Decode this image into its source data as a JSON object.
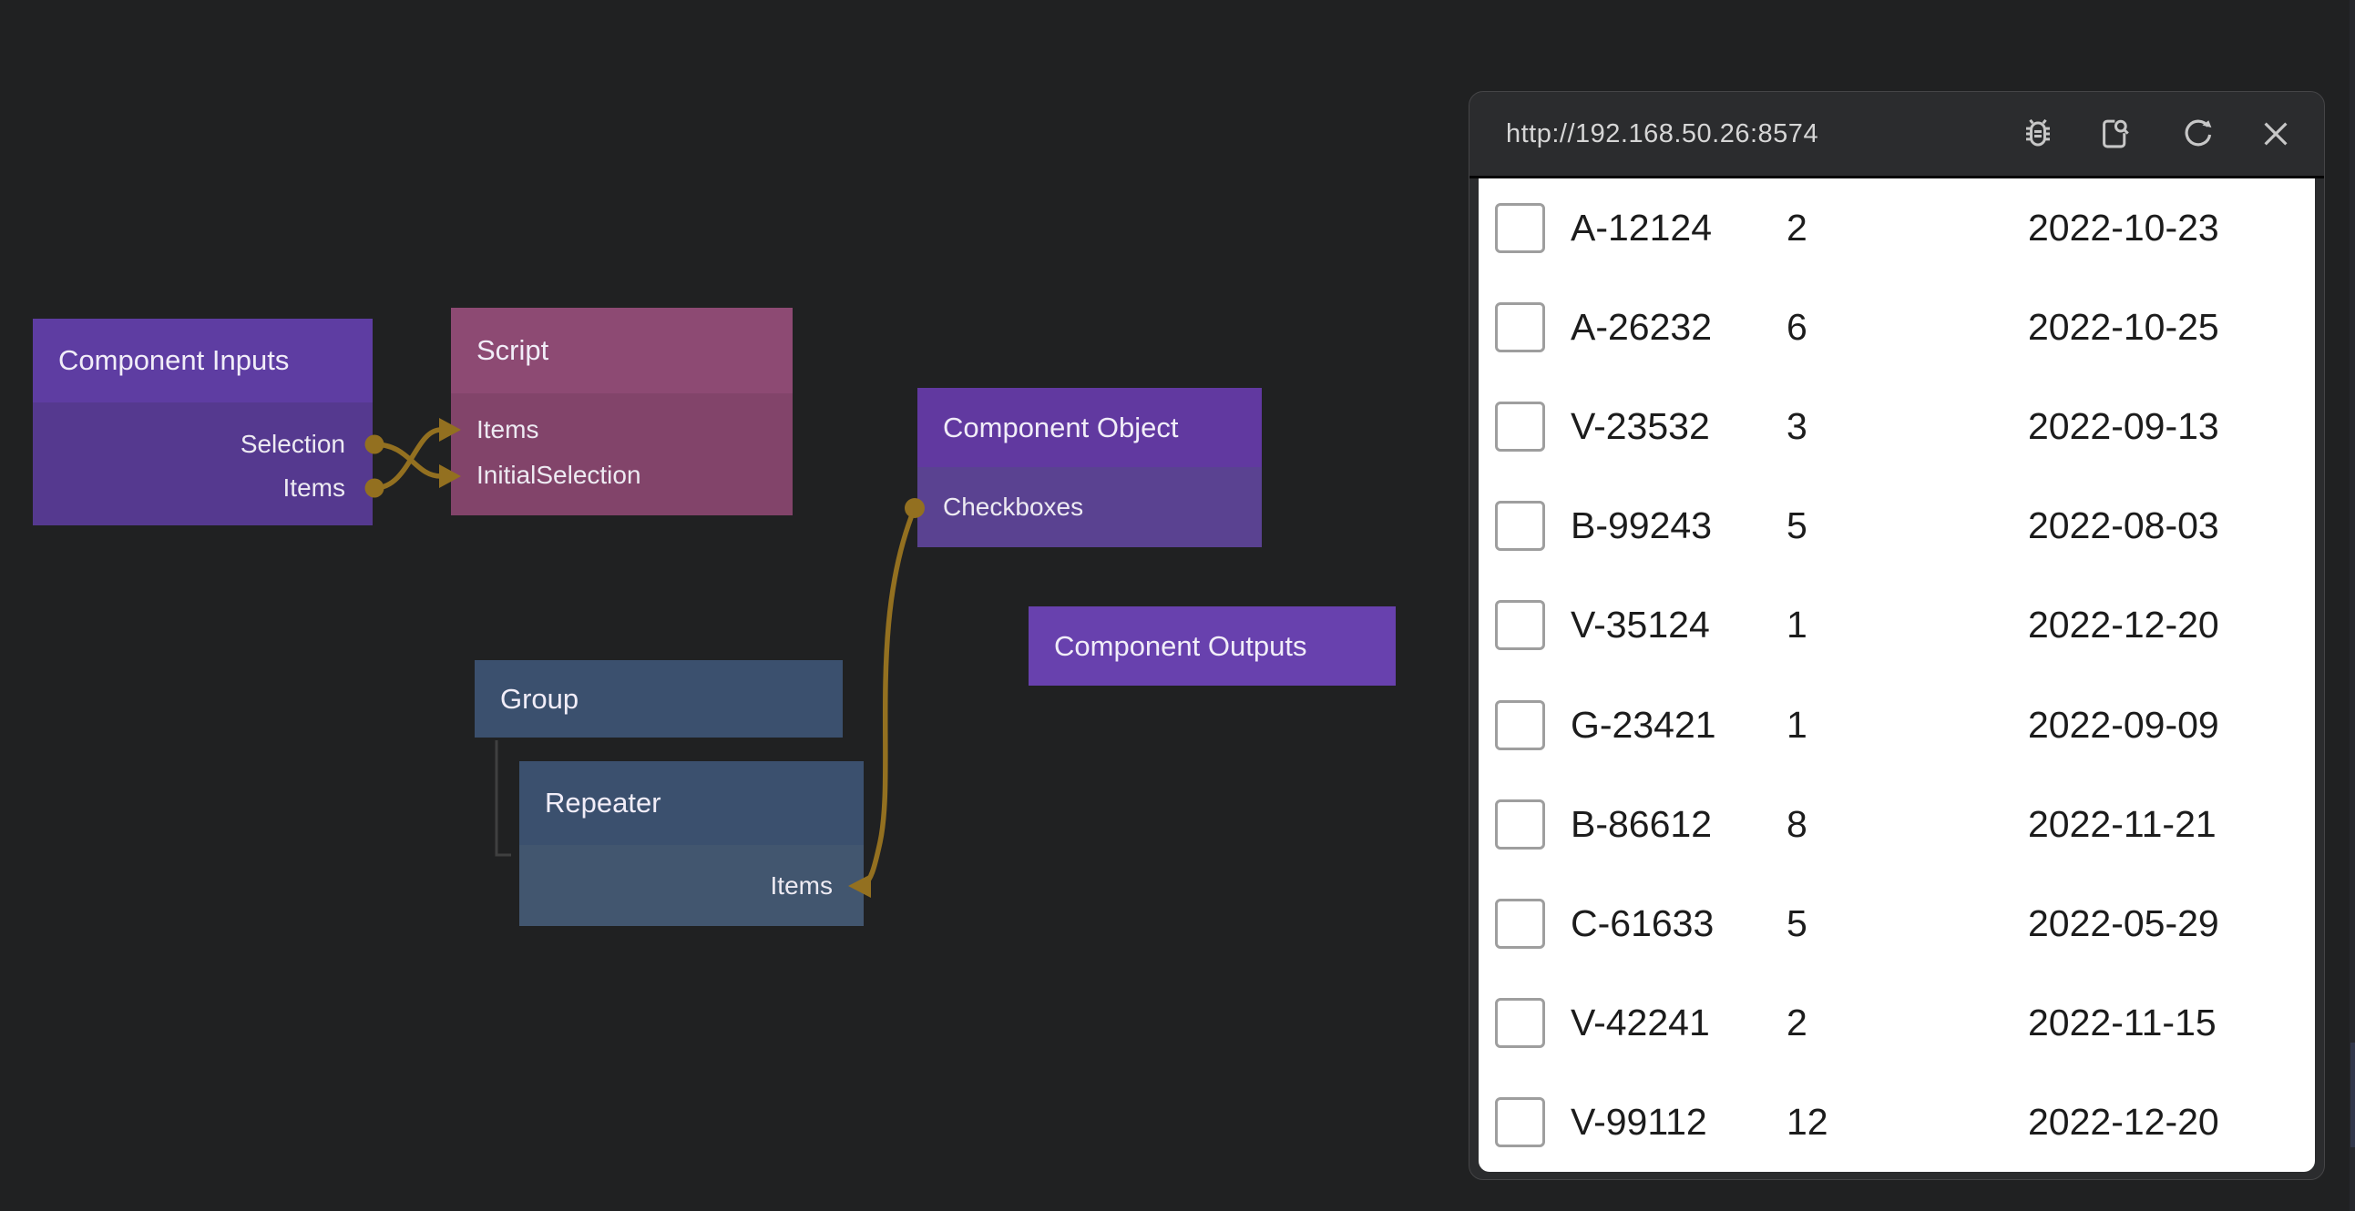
{
  "canvas": {
    "background": "#202122",
    "wire_color": "#937020",
    "nodes": {
      "component_inputs": {
        "title": "Component Inputs",
        "header_color": "#5e3da2",
        "body_color": "#55398f",
        "ports": [
          {
            "name": "Selection",
            "side": "right"
          },
          {
            "name": "Items",
            "side": "right"
          }
        ]
      },
      "script": {
        "title": "Script",
        "header_color": "#8d4a73",
        "body_color": "#82446a",
        "ports": [
          {
            "name": "Items",
            "side": "left"
          },
          {
            "name": "InitialSelection",
            "side": "left"
          }
        ]
      },
      "component_object": {
        "title": "Component Object",
        "header_color": "#6139a0",
        "body_color": "#5a4291",
        "ports": [
          {
            "name": "Checkboxes",
            "side": "left"
          }
        ]
      },
      "component_outputs": {
        "title": "Component Outputs",
        "header_color": "#6841ae",
        "ports": []
      },
      "group": {
        "title": "Group",
        "header_color": "#3b506e",
        "ports": []
      },
      "repeater": {
        "title": "Repeater",
        "header_color": "#3b506e",
        "body_color": "#42566f",
        "ports": [
          {
            "name": "Items",
            "side": "right"
          }
        ]
      }
    },
    "wires": [
      {
        "from": "Component Inputs.Selection",
        "to": "Script.InitialSelection"
      },
      {
        "from": "Component Inputs.Items",
        "to": "Script.Items"
      },
      {
        "from": "Component Object.Checkboxes",
        "to": "Repeater.Items"
      }
    ]
  },
  "browser": {
    "url": "http://192.168.50.26:8574",
    "toolbar_icons": [
      "bug-icon",
      "inspect-icon",
      "refresh-icon",
      "close-icon"
    ],
    "table": {
      "rows": [
        {
          "id": "A-12124",
          "qty": "2",
          "date": "2022-10-23"
        },
        {
          "id": "A-26232",
          "qty": "6",
          "date": "2022-10-25"
        },
        {
          "id": "V-23532",
          "qty": "3",
          "date": "2022-09-13"
        },
        {
          "id": "B-99243",
          "qty": "5",
          "date": "2022-08-03"
        },
        {
          "id": "V-35124",
          "qty": "1",
          "date": "2022-12-20"
        },
        {
          "id": "G-23421",
          "qty": "1",
          "date": "2022-09-09"
        },
        {
          "id": "B-86612",
          "qty": "8",
          "date": "2022-11-21"
        },
        {
          "id": "C-61633",
          "qty": "5",
          "date": "2022-05-29"
        },
        {
          "id": "V-42241",
          "qty": "2",
          "date": "2022-11-15"
        },
        {
          "id": "V-99112",
          "qty": "12",
          "date": "2022-12-20"
        }
      ],
      "checkbox_checked": false
    }
  }
}
